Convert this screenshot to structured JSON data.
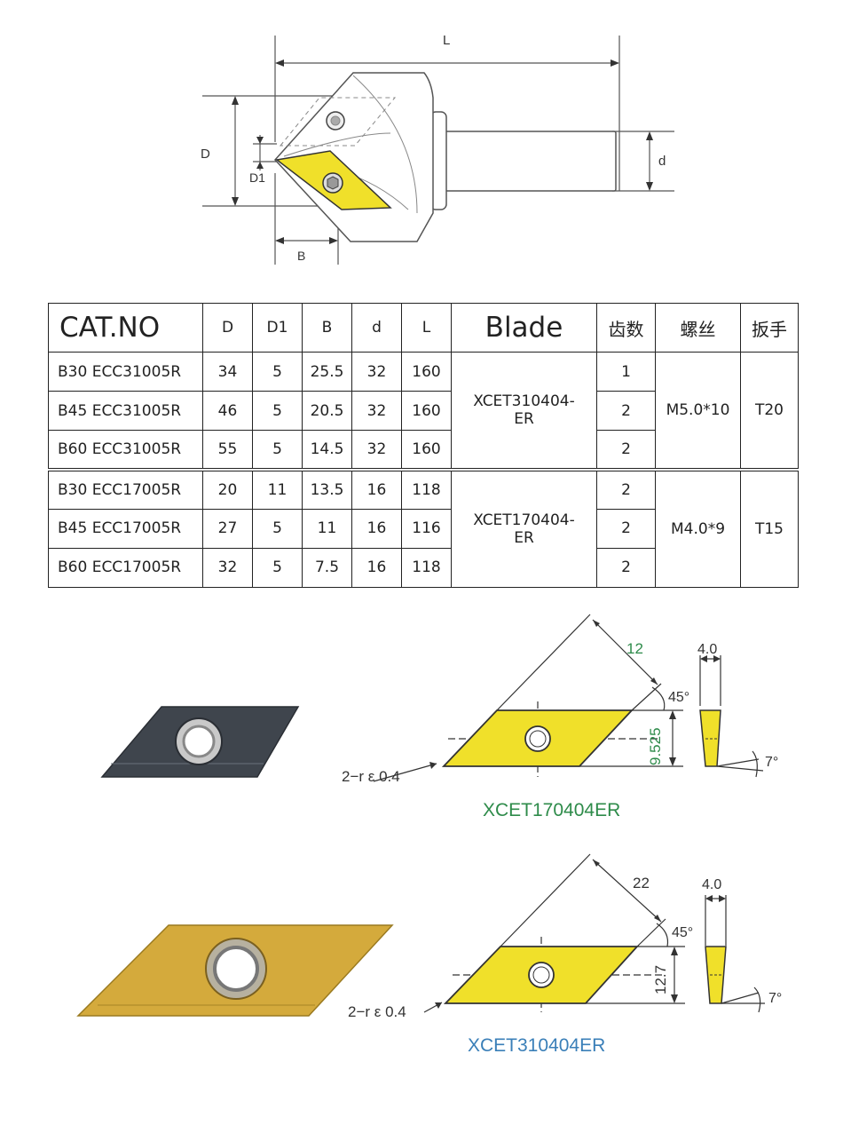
{
  "tool_drawing": {
    "dims": {
      "L": "L",
      "D": "D",
      "D1": "D1",
      "B": "B",
      "d": "d"
    }
  },
  "table": {
    "headers": [
      "CAT.NO",
      "D",
      "D1",
      "B",
      "d",
      "L",
      "Blade",
      "齿数",
      "螺丝",
      "扳手"
    ],
    "groups": [
      {
        "blade_line1": "XCET310404-",
        "blade_line2": "ER",
        "screw": "M5.0*10",
        "wrench": "T20",
        "rows": [
          {
            "cat": "B30 ECC31005R",
            "D": "34",
            "D1": "5",
            "B": "25.5",
            "d": "32",
            "L": "160",
            "teeth": "1"
          },
          {
            "cat": "B45 ECC31005R",
            "D": "46",
            "D1": "5",
            "B": "20.5",
            "d": "32",
            "L": "160",
            "teeth": "2"
          },
          {
            "cat": "B60 ECC31005R",
            "D": "55",
            "D1": "5",
            "B": "14.5",
            "d": "32",
            "L": "160",
            "teeth": "2"
          }
        ]
      },
      {
        "blade_line1": "XCET170404-",
        "blade_line2": "ER",
        "screw": "M4.0*9",
        "wrench": "T15",
        "rows": [
          {
            "cat": "B30 ECC17005R",
            "D": "20",
            "D1": "11",
            "B": "13.5",
            "d": "16",
            "L": "118",
            "teeth": "2"
          },
          {
            "cat": "B45 ECC17005R",
            "D": "27",
            "D1": "5",
            "B": "11",
            "d": "16",
            "L": "116",
            "teeth": "2"
          },
          {
            "cat": "B60 ECC17005R",
            "D": "32",
            "D1": "5",
            "B": "7.5",
            "d": "16",
            "L": "118",
            "teeth": "2"
          }
        ]
      }
    ]
  },
  "inserts": [
    {
      "name": "XCET170404ER",
      "name_color": "#2e8b4a",
      "length": "12",
      "length_color": "#2e8b4a",
      "width": "9.525",
      "width_color": "#2e8b4a",
      "thickness": "4.0",
      "angle": "45°",
      "clearance": "7°",
      "radius": "2−r ε 0.4",
      "photo_color": "#4a5058"
    },
    {
      "name": "XCET310404ER",
      "name_color": "#3a7fb8",
      "length": "22",
      "length_color": "#333333",
      "width": "12.7",
      "width_color": "#333333",
      "thickness": "4.0",
      "angle": "45°",
      "clearance": "7°",
      "radius": "2−r ε 0.4",
      "photo_color": "#d4aa3c"
    }
  ],
  "colors": {
    "insert_yellow": "#f0e02a",
    "line": "#333333"
  }
}
